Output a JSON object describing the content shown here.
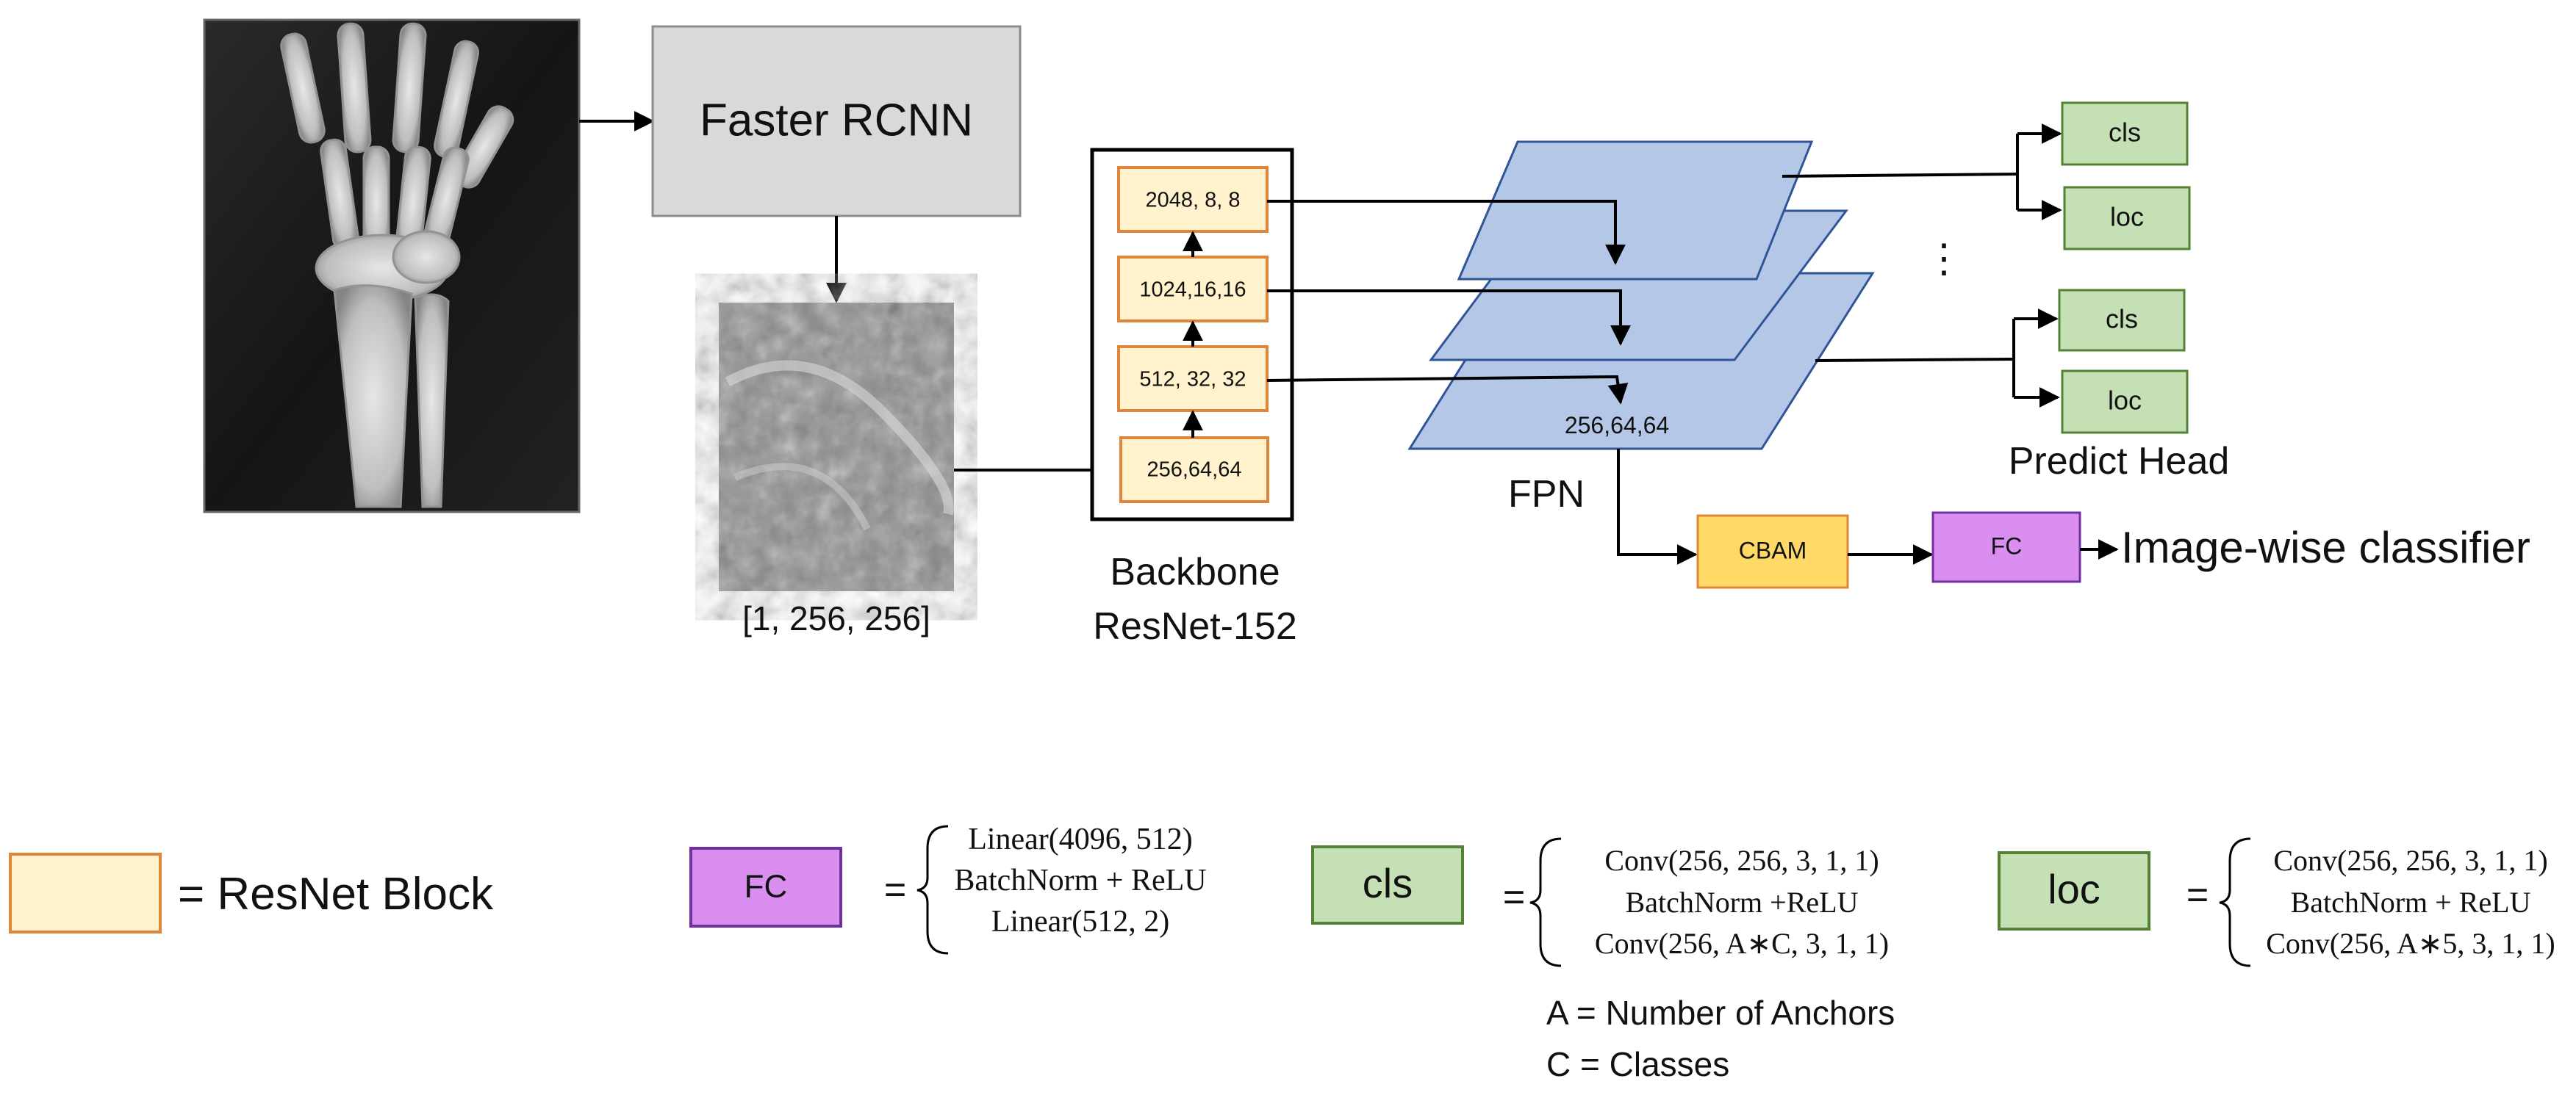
{
  "faster_rcnn": {
    "label": "Faster RCNN"
  },
  "crop": {
    "label": "[1, 256, 256]"
  },
  "backbone": {
    "title": "Backbone",
    "subtitle": "ResNet-152",
    "blocks": [
      "2048, 8, 8",
      "1024,16,16",
      "512, 32, 32",
      "256,64,64"
    ]
  },
  "fpn": {
    "label": "FPN",
    "layer_label": "256,64,64"
  },
  "predict_head": {
    "label": "Predict Head",
    "ellipsis": "⋮",
    "upper": {
      "cls": "cls",
      "loc": "loc"
    },
    "lower": {
      "cls": "cls",
      "loc": "loc"
    }
  },
  "cbam": {
    "label": "CBAM"
  },
  "fc": {
    "label": "FC"
  },
  "classifier": {
    "label": "Image-wise classifier"
  },
  "legend": {
    "resnet_block": "= ResNet Block",
    "fc_box": "FC",
    "fc_eq": "=",
    "fc_lines": [
      "Linear(4096, 512)",
      "BatchNorm + ReLU",
      "Linear(512, 2)"
    ],
    "cls_box": "cls",
    "cls_eq": "=",
    "cls_lines": [
      "Conv(256, 256, 3, 1, 1)",
      "BatchNorm +ReLU",
      "Conv(256, A∗C, 3, 1, 1)"
    ],
    "loc_box": "loc",
    "loc_eq": "=",
    "loc_lines": [
      "Conv(256, 256, 3, 1, 1)",
      "BatchNorm + ReLU",
      "Conv(256, A∗5, 3, 1, 1)"
    ],
    "anchors_note": "A = Number of Anchors",
    "classes_note": "C = Classes"
  },
  "colors": {
    "resnet_fill": "#FFF2CC",
    "resnet_stroke": "#E0863A",
    "fpn_fill": "#B4C7E7",
    "fpn_stroke": "#2F5597",
    "head_fill": "#C5E0B4",
    "head_stroke": "#548235",
    "fc_fill": "#DA8FF0",
    "fc_stroke": "#7030A0",
    "cbam_fill": "#FFD966",
    "cbam_stroke": "#E0863A",
    "rcnn_fill": "#D9D9D9",
    "rcnn_stroke": "#8C8C8C"
  }
}
